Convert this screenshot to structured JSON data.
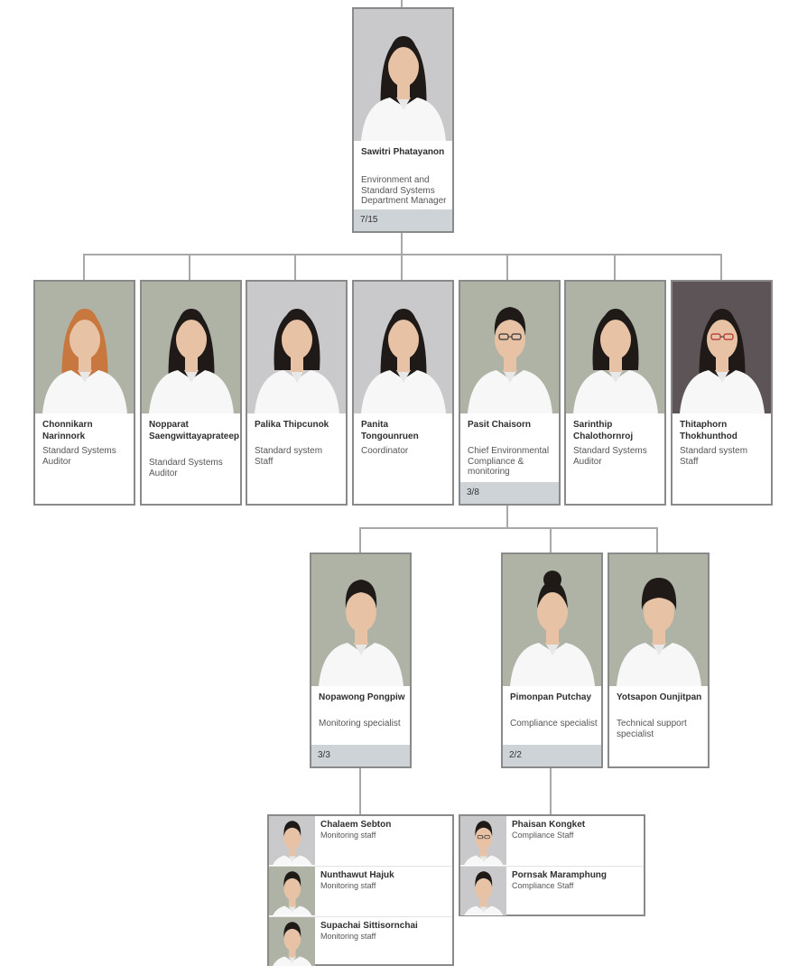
{
  "manager": {
    "name": "Sawitri Phatayanon",
    "role": "Environment and Standard Systems Department Manager",
    "count": "7/15"
  },
  "team": [
    {
      "name": "Chonnikarn Narinnork",
      "role": "Standard Systems Auditor",
      "count": ""
    },
    {
      "name": "Nopparat Saengwittayaprateep",
      "role": "Standard Systems Auditor",
      "count": ""
    },
    {
      "name": "Palika Thipcunok",
      "role": "Standard system Staff",
      "count": ""
    },
    {
      "name": "Panita Tongounruen",
      "role": "Coordinator",
      "count": ""
    },
    {
      "name": "Pasit Chaisorn",
      "role": "Chief Environmental Compliance & monitoring",
      "count": "3/8"
    },
    {
      "name": "Sarinthip Chalothornroj",
      "role": "Standard Systems Auditor",
      "count": ""
    },
    {
      "name": "Thitaphorn Thokhunthod",
      "role": "Standard system Staff",
      "count": ""
    }
  ],
  "sub_team": [
    {
      "name": "Nopawong Pongpiw",
      "role": "Monitoring specialist",
      "count": "3/3"
    },
    {
      "name": "Pimonpan Putchay",
      "role": "Compliance specialist",
      "count": "2/2"
    },
    {
      "name": "Yotsapon Ounjitpan",
      "role": "Technical support specialist",
      "count": ""
    }
  ],
  "monitoring_staff": [
    {
      "name": "Chalaem Sebton",
      "role": "Monitoring staff"
    },
    {
      "name": "Nunthawut Hajuk",
      "role": "Monitoring staff"
    },
    {
      "name": "Supachai Sittisornchai",
      "role": "Monitoring staff"
    }
  ],
  "compliance_staff": [
    {
      "name": "Phaisan Kongket",
      "role": "Compliance Staff"
    },
    {
      "name": "Pornsak Maramphung",
      "role": "Compliance Staff"
    }
  ],
  "colors": {
    "card_border": "#8a8a8a",
    "connector": "#a8a8a8",
    "count_bar": "#cdd3d6",
    "photo_bg": "#aeb3a6",
    "photo_bg_alt": "#c9c9cc",
    "photo_bg_dark": "#5c5456"
  }
}
